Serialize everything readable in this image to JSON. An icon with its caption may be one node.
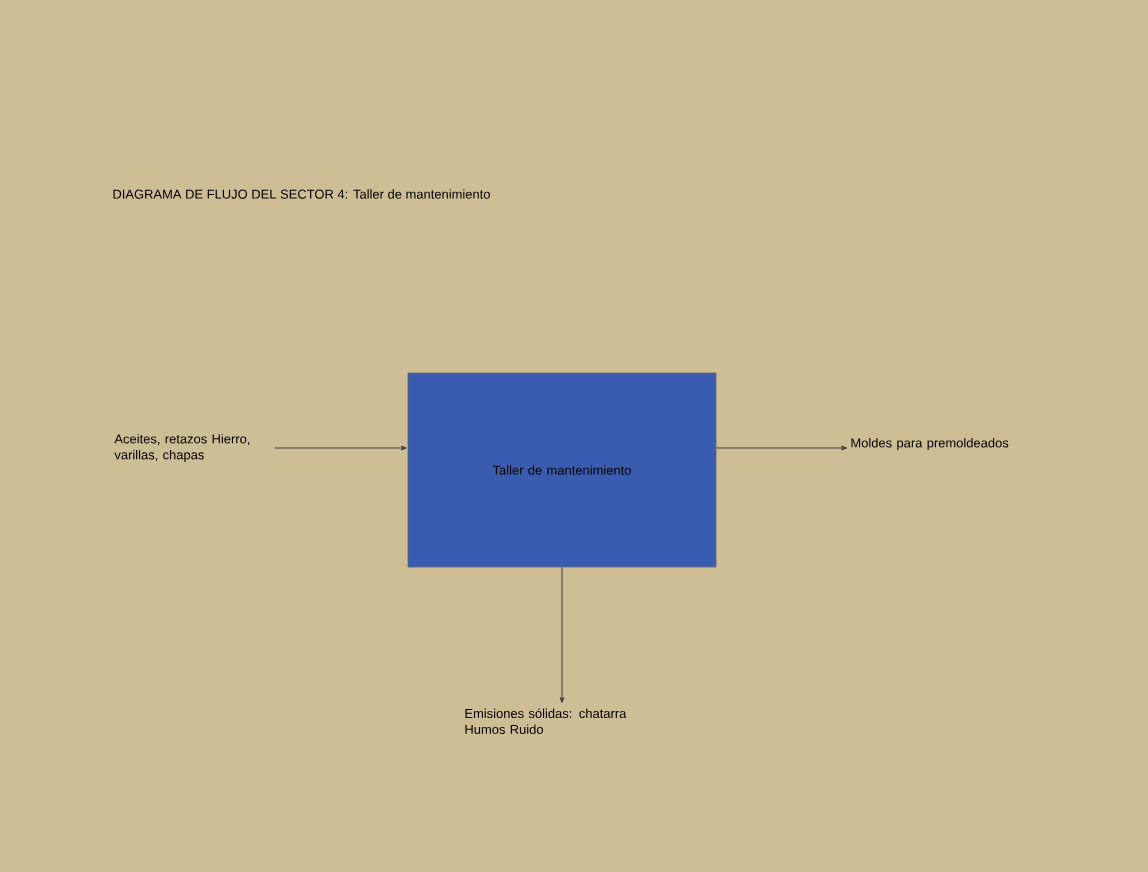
{
  "diagram": {
    "title": "DIAGRAMA DE FLUJO DEL SECTOR 4: Taller de mantenimiento",
    "nodes": [
      {
        "text": [
          "Aceites, retazos Hierro, varillas, chapas"
        ]
      },
      {
        "text": [
          "Taller de mantenimiento"
        ]
      },
      {
        "text": [
          "Moldes para premoldeados"
        ]
      },
      {
        "text": [
          "Emisiones sólidas: chatarra Humos Ruido"
        ]
      }
    ],
    "edges": [
      {
        "from": 0,
        "to": 1,
        "arrow": "to"
      },
      {
        "from": 1,
        "to": 2,
        "arrow": "to"
      },
      {
        "from": 1,
        "to": 3,
        "arrow": "to"
      }
    ]
  }
}
